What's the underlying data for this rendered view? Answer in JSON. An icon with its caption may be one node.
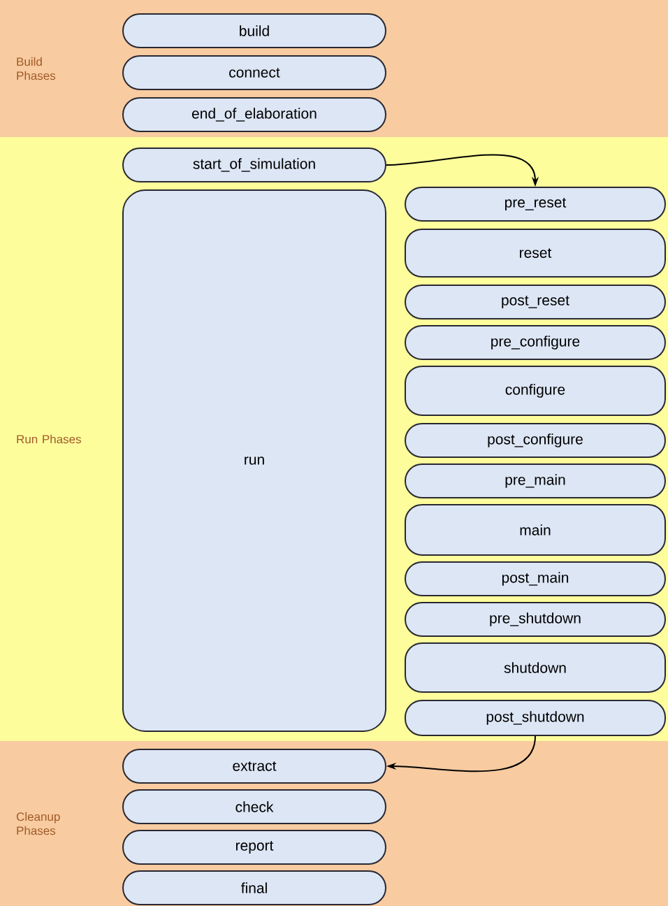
{
  "diagram": {
    "nodes": [
      {
        "text": [
          "Build Phases"
        ]
      },
      {
        "text": [
          "build"
        ],
        "in": 0
      },
      {
        "text": [
          "connect"
        ],
        "in": 0
      },
      {
        "text": [
          "end_of_elaboration"
        ],
        "in": 0
      },
      {
        "text": [
          "Run Phases"
        ]
      },
      {
        "text": [
          "start_of_simulation"
        ],
        "in": 4
      },
      {
        "text": [
          "run"
        ],
        "in": 4
      },
      {
        "text": [
          "pre_reset"
        ],
        "in": 4
      },
      {
        "text": [
          "reset"
        ],
        "in": 4
      },
      {
        "text": [
          "post_reset"
        ],
        "in": 4
      },
      {
        "text": [
          "pre_configure"
        ],
        "in": 4
      },
      {
        "text": [
          "configure"
        ],
        "in": 4
      },
      {
        "text": [
          "post_configure"
        ],
        "in": 4
      },
      {
        "text": [
          "pre_main"
        ],
        "in": 4
      },
      {
        "text": [
          "main"
        ],
        "in": 4
      },
      {
        "text": [
          "post_main"
        ],
        "in": 4
      },
      {
        "text": [
          "pre_shutdown"
        ],
        "in": 4
      },
      {
        "text": [
          "shutdown"
        ],
        "in": 4
      },
      {
        "text": [
          "post_shutdown"
        ],
        "in": 4
      },
      {
        "text": [
          "Cleanup Phases"
        ]
      },
      {
        "text": [
          "extract"
        ],
        "in": 19
      },
      {
        "text": [
          "check"
        ],
        "in": 19
      },
      {
        "text": [
          "report"
        ],
        "in": 19
      },
      {
        "text": [
          "final"
        ],
        "in": 19
      }
    ],
    "edges": [
      {
        "from": 5,
        "to": 7,
        "arrow": "to"
      },
      {
        "from": 18,
        "to": 20,
        "arrow": "to"
      }
    ]
  }
}
